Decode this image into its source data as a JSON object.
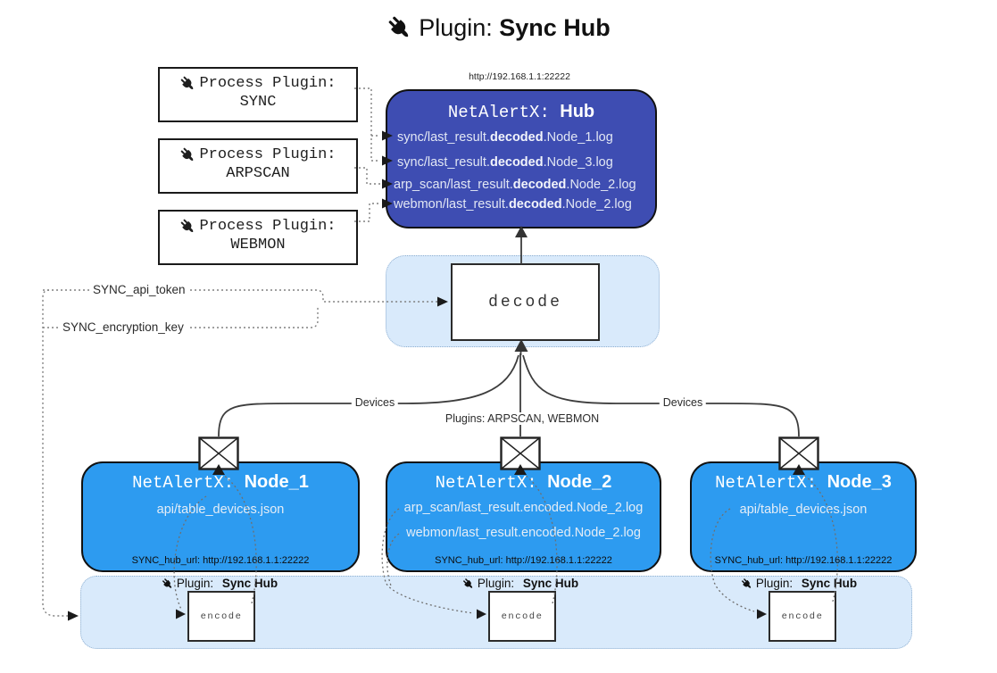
{
  "colors": {
    "hub_fill": "#3E4DB2",
    "node_fill": "#2D9BF0",
    "panel_fill": "#D9EAFB",
    "panel_border": "#8FAFD0"
  },
  "title": {
    "icon": "plug-icon",
    "prefix": "Plugin:",
    "name": "Sync Hub"
  },
  "process_plugins": [
    {
      "icon": "plug-icon",
      "prefix": "Process Plugin:",
      "name": "SYNC"
    },
    {
      "icon": "plug-icon",
      "prefix": "Process Plugin:",
      "name": "ARPSCAN"
    },
    {
      "icon": "plug-icon",
      "prefix": "Process Plugin:",
      "name": "WEBMON"
    }
  ],
  "hub": {
    "url": "http://192.168.1.1:22222",
    "name_prefix": "NetAlertX:",
    "name": "Hub",
    "lines": [
      {
        "pre": "sync/last_result.",
        "bold": "decoded",
        "post": ".Node_1.log"
      },
      {
        "pre": "sync/last_result.",
        "bold": "decoded",
        "post": ".Node_3.log"
      },
      {
        "pre": "arp_scan/last_result.",
        "bold": "decoded",
        "post": ".Node_2.log"
      },
      {
        "pre": "webmon/last_result.",
        "bold": "decoded",
        "post": ".Node_2.log"
      }
    ]
  },
  "decode_label": "decode",
  "secrets": {
    "api_token": "SYNC_api_token",
    "encryption_key": "SYNC_encryption_key"
  },
  "edge_labels": {
    "devices_left": "Devices",
    "plugins_center": "Plugins: ARPSCAN, WEBMON",
    "devices_right": "Devices"
  },
  "nodes": [
    {
      "icon": "envelope-icon",
      "name_prefix": "NetAlertX:",
      "name": "Node_1",
      "lines": [
        "api/table_devices.json"
      ],
      "hub_url": "SYNC_hub_url: http://192.168.1.1:22222"
    },
    {
      "icon": "envelope-icon",
      "name_prefix": "NetAlertX:",
      "name": "Node_2",
      "lines": [
        "arp_scan/last_result.encoded.Node_2.log",
        "webmon/last_result.encoded.Node_2.log"
      ],
      "hub_url": "SYNC_hub_url: http://192.168.1.1:22222"
    },
    {
      "icon": "envelope-icon",
      "name_prefix": "NetAlertX:",
      "name": "Node_3",
      "lines": [
        "api/table_devices.json"
      ],
      "hub_url": "SYNC_hub_url: http://192.168.1.1:22222"
    }
  ],
  "encode_sections": [
    {
      "icon": "plug-icon",
      "prefix": "Plugin:",
      "name": "Sync Hub",
      "box_label": "encode"
    },
    {
      "icon": "plug-icon",
      "prefix": "Plugin:",
      "name": "Sync Hub",
      "box_label": "encode"
    },
    {
      "icon": "plug-icon",
      "prefix": "Plugin:",
      "name": "Sync Hub",
      "box_label": "encode"
    }
  ]
}
